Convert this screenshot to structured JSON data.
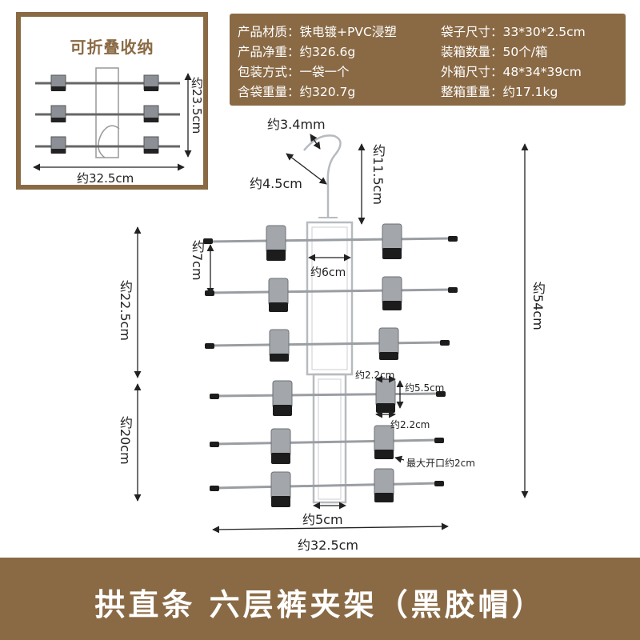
{
  "inset": {
    "title": "可折叠收纳",
    "height_label": "约23.5cm",
    "width_label": "约32.5cm"
  },
  "specs": [
    {
      "label": "产品材质：",
      "value": "铁电镀+PVC浸塑"
    },
    {
      "label": "产品净重：",
      "value": "约326.6g"
    },
    {
      "label": "包装方式：",
      "value": "一袋一个"
    },
    {
      "label": "含袋重量：",
      "value": "约320.7g"
    },
    {
      "label": "袋子尺寸：",
      "value": "33*30*2.5cm"
    },
    {
      "label": "装箱数量：",
      "value": "50个/箱"
    },
    {
      "label": "外箱尺寸：",
      "value": "48*34*39cm"
    },
    {
      "label": "整箱重量：",
      "value": "约17.1kg"
    }
  ],
  "dimensions": {
    "hook_wire": "约3.4mm",
    "hook_width": "约4.5cm",
    "hook_height": "约11.5cm",
    "total_height": "约54cm",
    "bar_spacing": "约7cm",
    "frame_width": "约6cm",
    "upper_height": "约22.5cm",
    "lower_height": "约20cm",
    "clip_width_top": "约2.2cm",
    "clip_height": "约5.5cm",
    "clip_width_bottom": "约2.2cm",
    "max_opening": "最大开口约2cm",
    "bottom_frame": "约5cm",
    "total_width": "约32.5cm"
  },
  "banner": {
    "title": "拱直条 六层裤夹架（黑胶帽）"
  },
  "colors": {
    "brand_brown": "#8a6a45",
    "metal": "#c9ccd0",
    "cap": "#1c1c1c"
  }
}
